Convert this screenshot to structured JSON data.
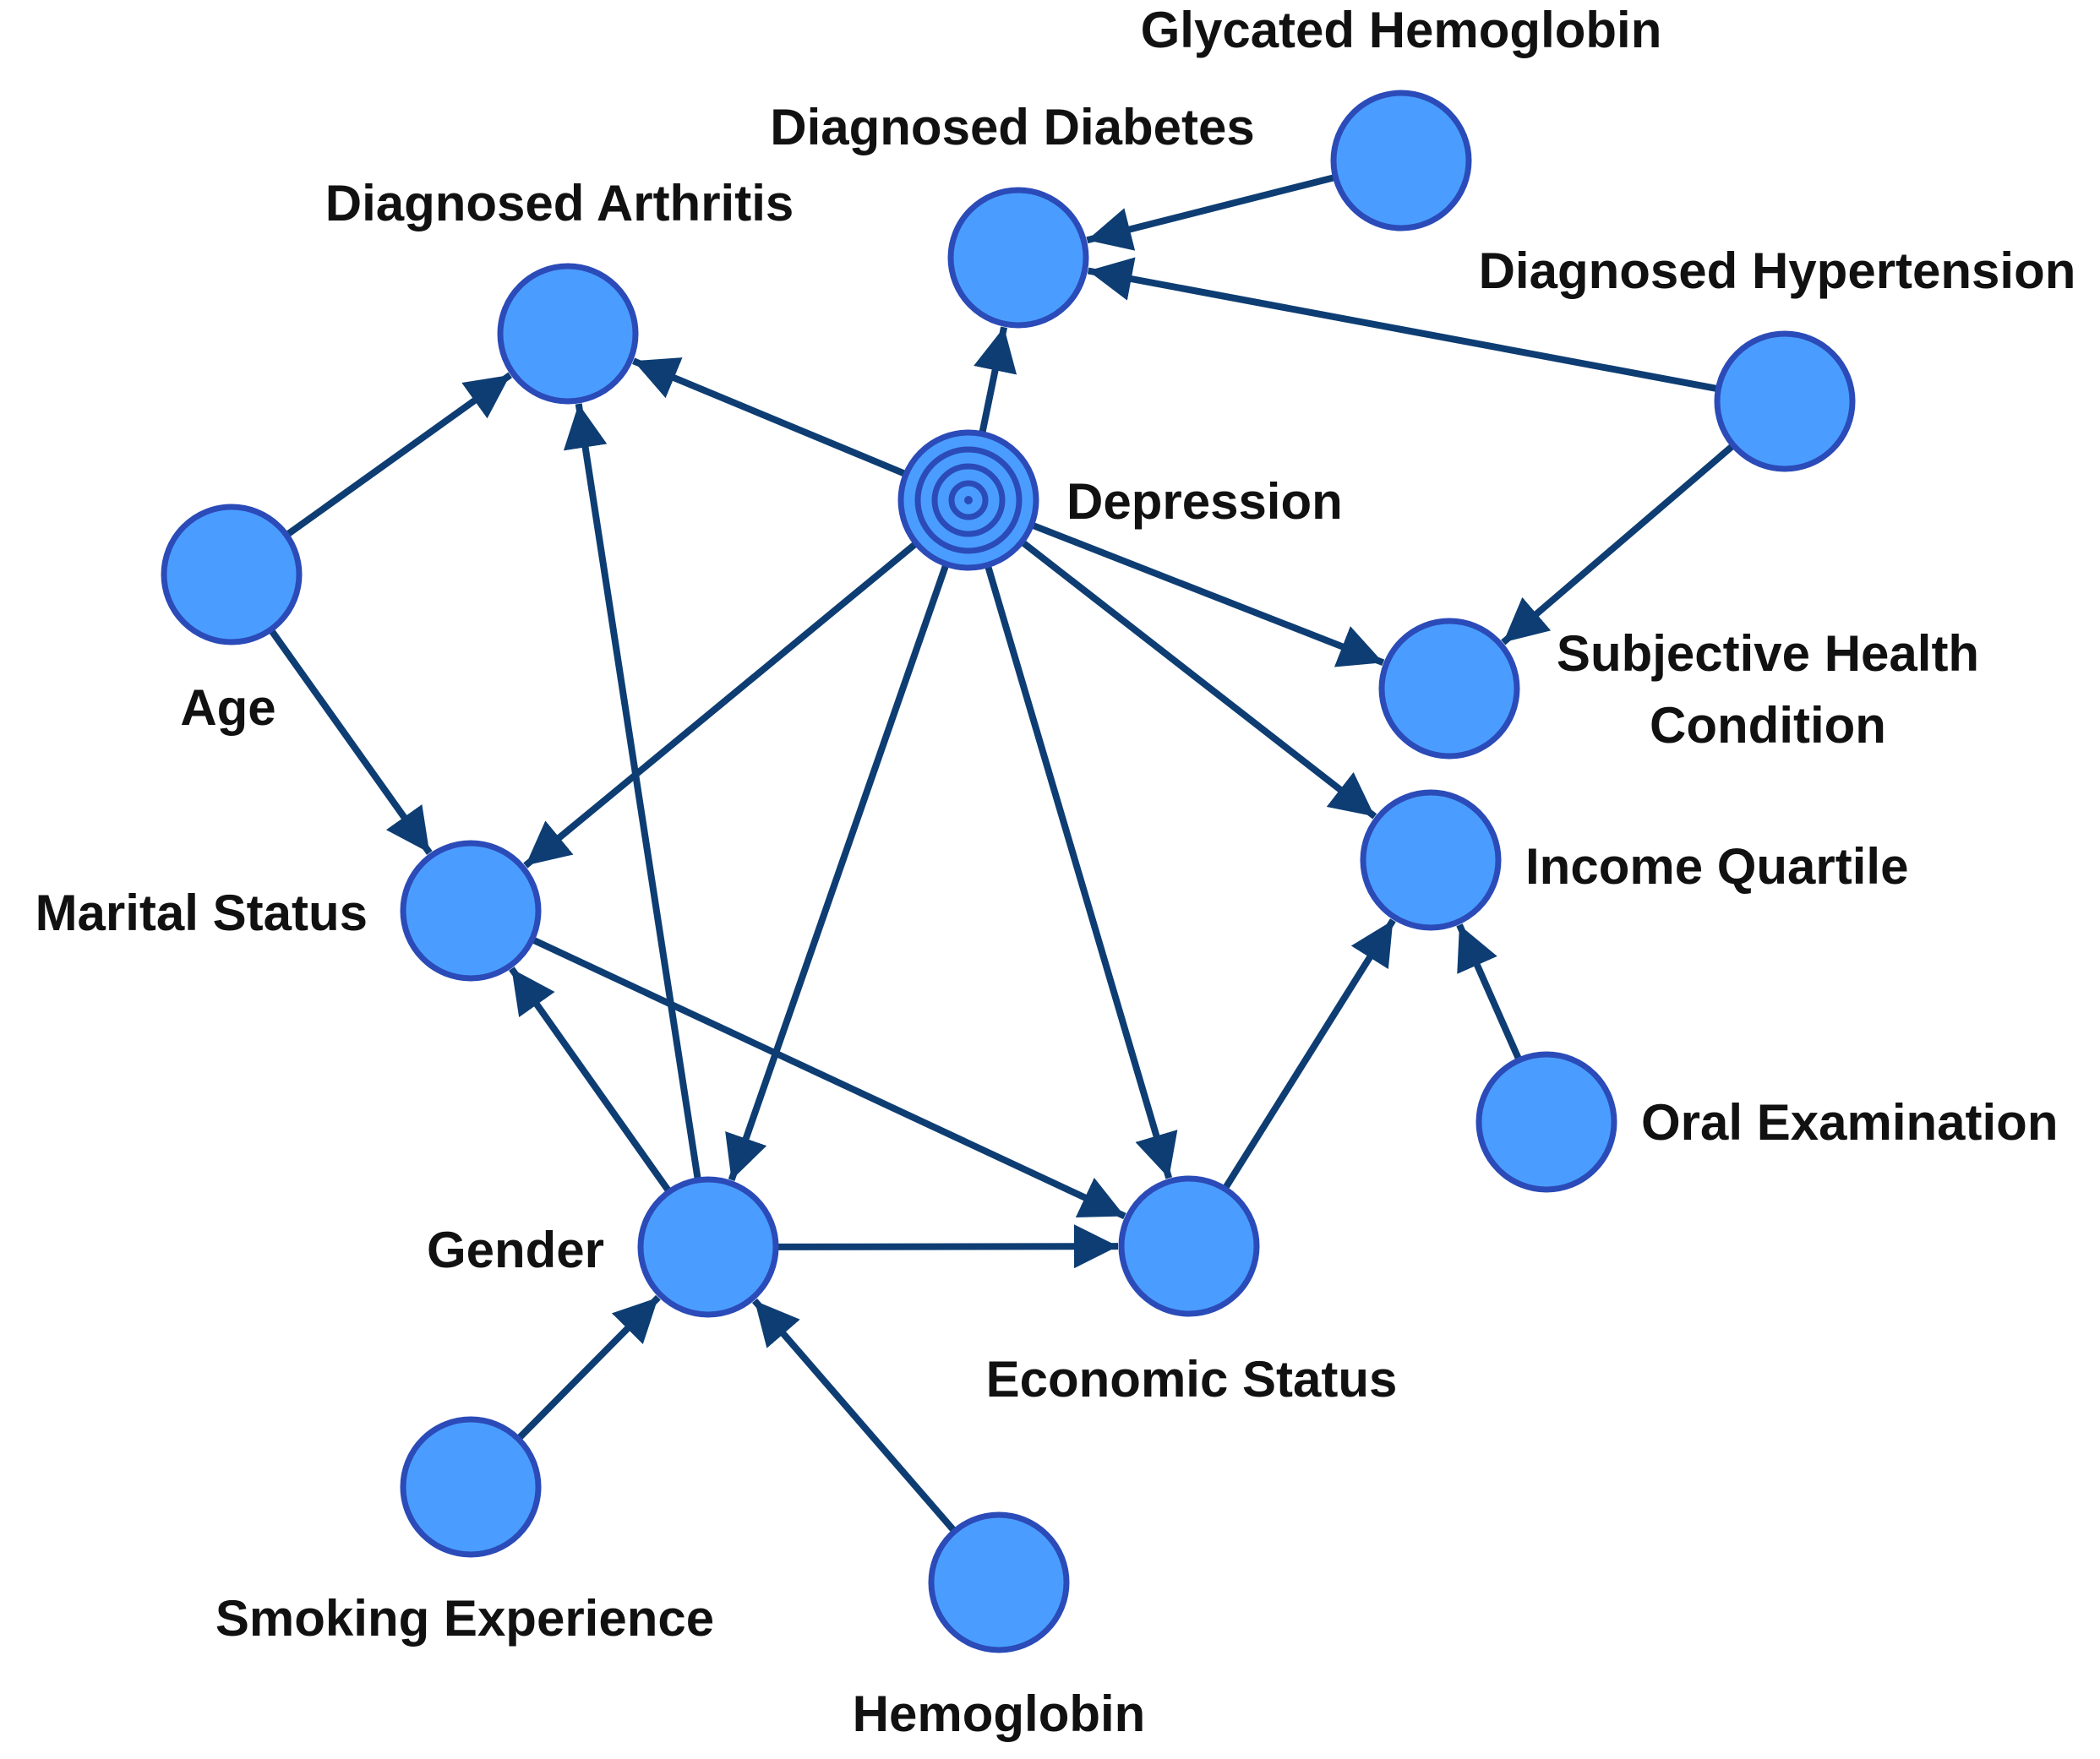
{
  "colors": {
    "node_fill": "#4a9dff",
    "node_stroke": "#2b4bb8",
    "edge": "#0d3d73",
    "label": "#111111"
  },
  "nodes": [
    {
      "id": "glycated_hemoglobin",
      "label": [
        "Glycated Hemoglobin"
      ]
    },
    {
      "id": "diagnosed_diabetes",
      "label": [
        "Diagnosed Diabetes"
      ]
    },
    {
      "id": "diagnosed_arthritis",
      "label": [
        "Diagnosed Arthritis"
      ]
    },
    {
      "id": "diagnosed_hypertension",
      "label": [
        "Diagnosed Hypertension"
      ]
    },
    {
      "id": "depression",
      "label": [
        "Depression"
      ],
      "target": true
    },
    {
      "id": "age",
      "label": [
        "Age"
      ]
    },
    {
      "id": "subjective_health",
      "label": [
        "Subjective Health",
        "Condition"
      ]
    },
    {
      "id": "marital_status",
      "label": [
        "Marital Status"
      ]
    },
    {
      "id": "income_quartile",
      "label": [
        "Income Quartile"
      ]
    },
    {
      "id": "oral_examination",
      "label": [
        "Oral Examination"
      ]
    },
    {
      "id": "gender",
      "label": [
        "Gender"
      ]
    },
    {
      "id": "economic_status",
      "label": [
        "Economic Status"
      ]
    },
    {
      "id": "smoking_experience",
      "label": [
        "Smoking Experience"
      ]
    },
    {
      "id": "hemoglobin",
      "label": [
        "Hemoglobin"
      ]
    }
  ],
  "edges": [
    {
      "from": "glycated_hemoglobin",
      "to": "diagnosed_diabetes"
    },
    {
      "from": "diagnosed_hypertension",
      "to": "diagnosed_diabetes"
    },
    {
      "from": "depression",
      "to": "diagnosed_diabetes"
    },
    {
      "from": "depression",
      "to": "diagnosed_arthritis"
    },
    {
      "from": "age",
      "to": "diagnosed_arthritis"
    },
    {
      "from": "gender",
      "to": "diagnosed_arthritis"
    },
    {
      "from": "age",
      "to": "marital_status"
    },
    {
      "from": "depression",
      "to": "marital_status"
    },
    {
      "from": "depression",
      "to": "gender"
    },
    {
      "from": "depression",
      "to": "economic_status"
    },
    {
      "from": "depression",
      "to": "income_quartile"
    },
    {
      "from": "depression",
      "to": "subjective_health"
    },
    {
      "from": "diagnosed_hypertension",
      "to": "subjective_health"
    },
    {
      "from": "marital_status",
      "to": "economic_status"
    },
    {
      "from": "gender",
      "to": "marital_status"
    },
    {
      "from": "gender",
      "to": "economic_status"
    },
    {
      "from": "economic_status",
      "to": "income_quartile"
    },
    {
      "from": "oral_examination",
      "to": "income_quartile"
    },
    {
      "from": "smoking_experience",
      "to": "gender"
    },
    {
      "from": "hemoglobin",
      "to": "gender"
    }
  ]
}
